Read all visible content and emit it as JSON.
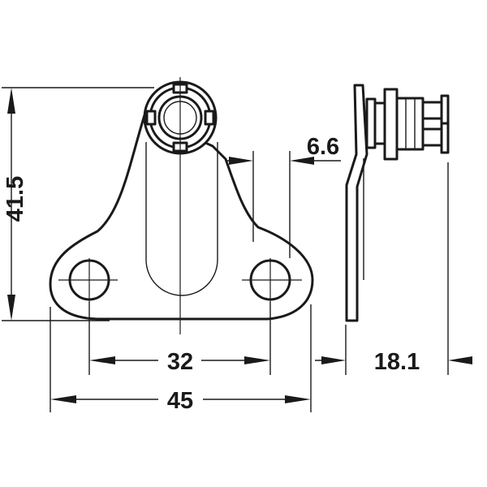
{
  "dimensions": {
    "height": "41.5",
    "hole_spacing": "32",
    "overall_width": "45",
    "offset": "6.6",
    "depth": "18.1"
  },
  "colors": {
    "line": "#1a1a1a",
    "background": "#ffffff"
  }
}
